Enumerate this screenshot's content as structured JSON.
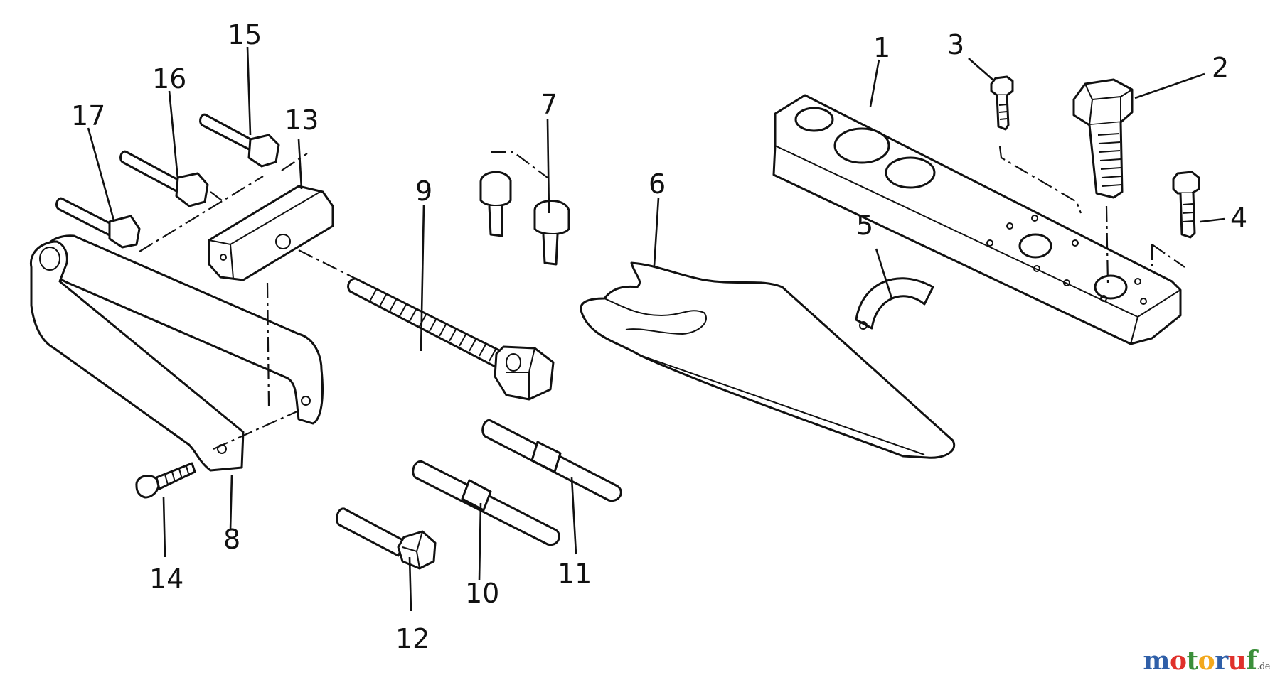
{
  "labels": {
    "p1": "1",
    "p2": "2",
    "p3": "3",
    "p4": "4",
    "p5": "5",
    "p6": "6",
    "p7": "7",
    "p8": "8",
    "p9": "9",
    "p10": "10",
    "p11": "11",
    "p12": "12",
    "p13": "13",
    "p14": "14",
    "p15": "15",
    "p16": "16",
    "p17": "17"
  },
  "watermark": {
    "m": "m",
    "o": "o",
    "t": "t",
    "o2": "o",
    "r": "r",
    "u": "u",
    "f": "f",
    "suffix": ".de"
  },
  "colors": {
    "line": "#111111",
    "background": "#ffffff",
    "wm_m": "#2f5fa8",
    "wm_o": "#e0312b",
    "wm_t": "#3b8f3a",
    "wm_o2": "#f2a81d",
    "wm_r": "#2f5fa8",
    "wm_u": "#e0312b",
    "wm_f": "#3b8f3a"
  }
}
